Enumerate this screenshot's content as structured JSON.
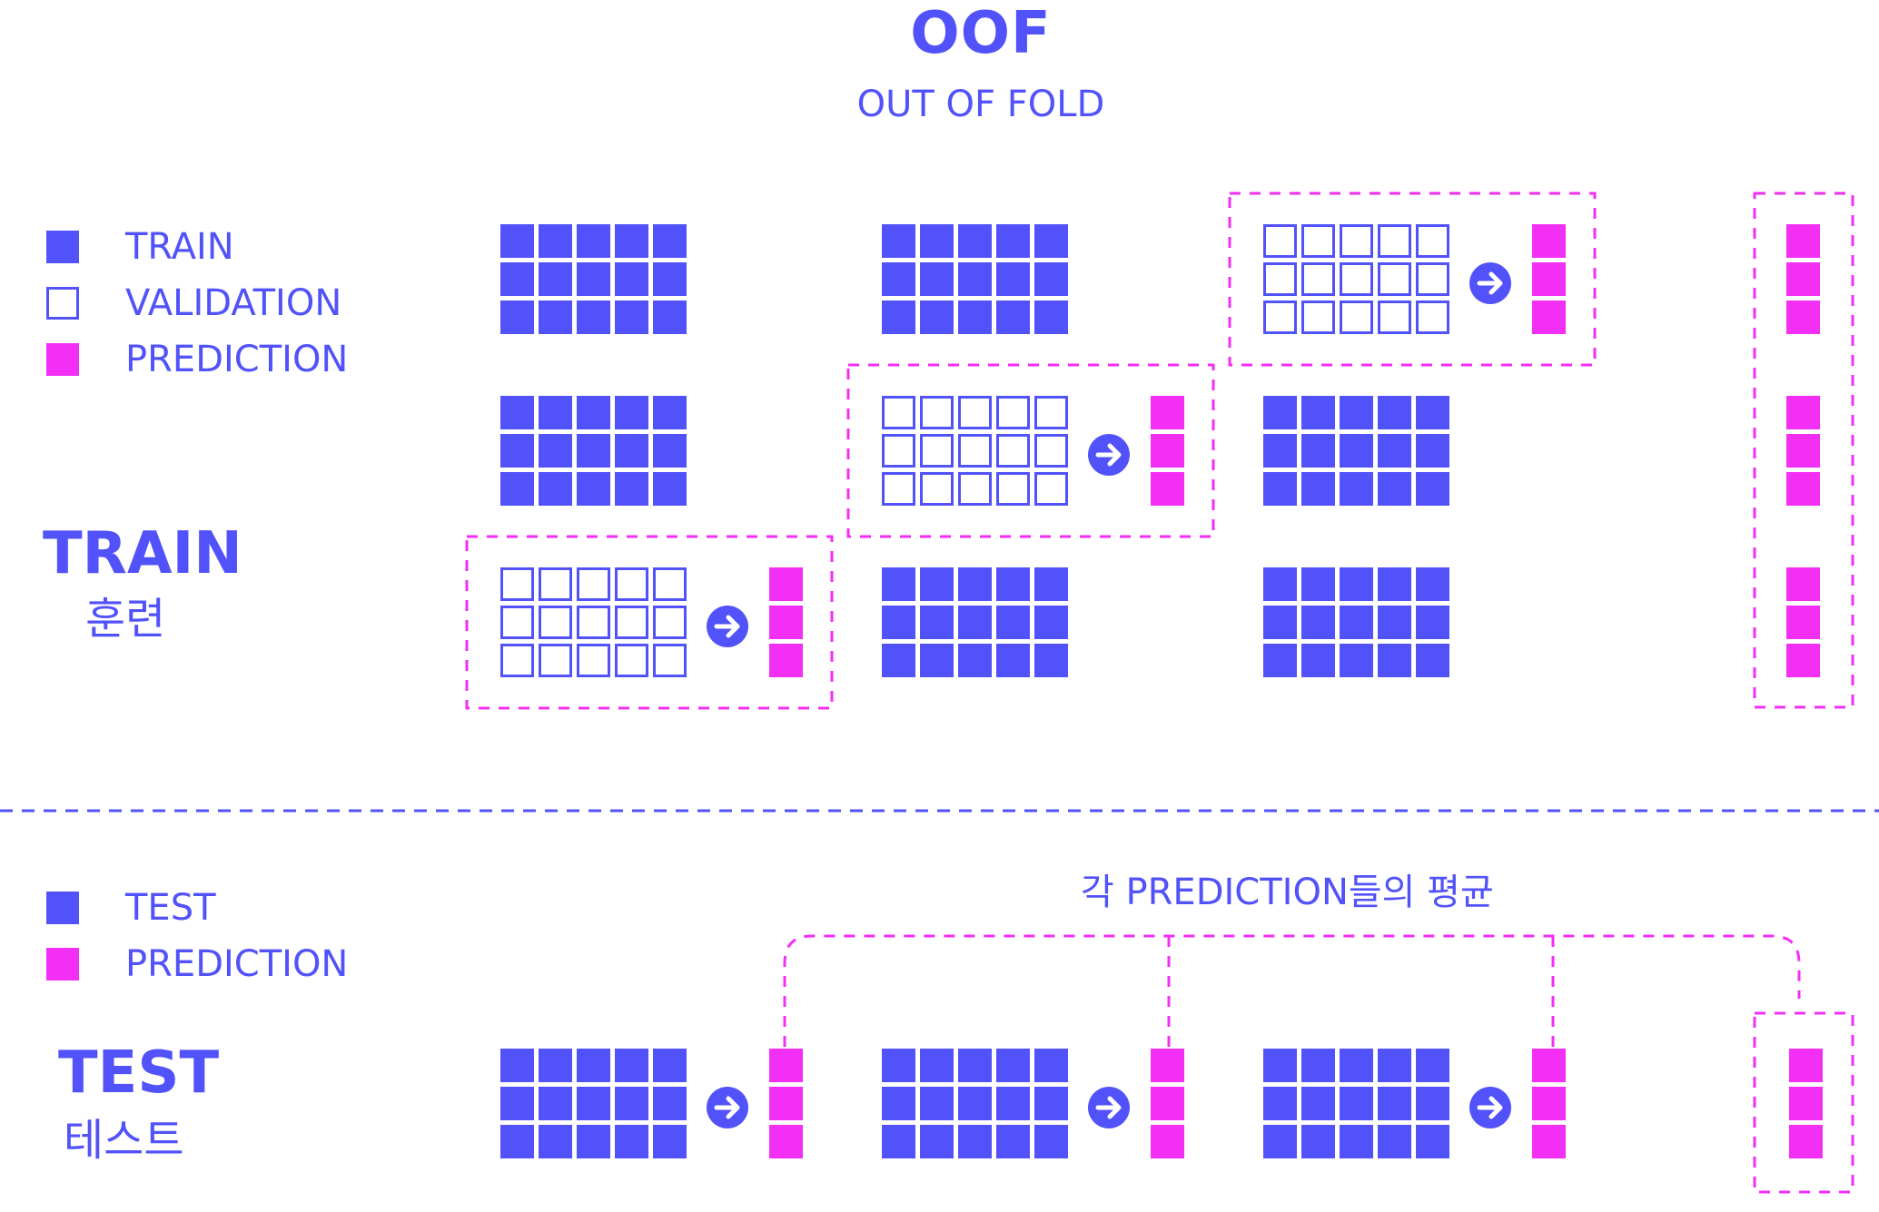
{
  "title": "OOF",
  "subtitle": "OUT OF FOLD",
  "train_section": {
    "legend": [
      {
        "label": "TRAIN",
        "swatch": "train"
      },
      {
        "label": "VALIDATION",
        "swatch": "validation"
      },
      {
        "label": "PREDICTION",
        "swatch": "prediction"
      }
    ],
    "label": "TRAIN",
    "label_kor": "훈련"
  },
  "test_section": {
    "legend": [
      {
        "label": "TEST",
        "swatch": "train"
      },
      {
        "label": "PREDICTION",
        "swatch": "prediction"
      }
    ],
    "label": "TEST",
    "label_kor": "테스트",
    "average_label": "각 PREDICTION들의 평균"
  },
  "folds": [
    {
      "validation_row": 2
    },
    {
      "validation_row": 1
    },
    {
      "validation_row": 0
    }
  ],
  "colors": {
    "train": "#5252fa",
    "prediction": "#f32ef5",
    "background": "#ffffff"
  }
}
